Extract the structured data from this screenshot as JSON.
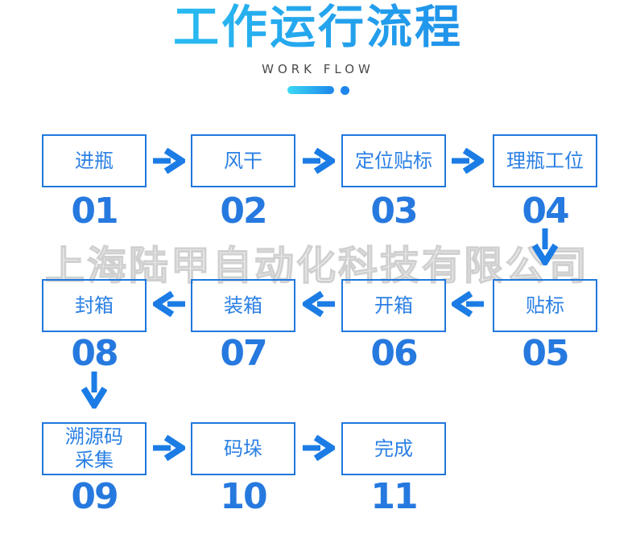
{
  "header": {
    "title": "工作运行流程",
    "subtitle": "WORK FLOW"
  },
  "watermark": "上海陆甲自动化科技有限公司",
  "colors": {
    "title_gradient_start": "#2ed7f6",
    "title_gradient_end": "#1b7ce6",
    "box_border_blue": "#2077de",
    "box_text_blue": "#2b80e4",
    "number_blue": "#2679df",
    "arrow_blue": "#1b7ce5",
    "subtitle_gray": "#4a4a4a",
    "watermark_gray": "#c9c9c9",
    "background": "#ffffff"
  },
  "steps": [
    {
      "label": "进瓶",
      "number": "01"
    },
    {
      "label": "风干",
      "number": "02"
    },
    {
      "label": "定位贴标",
      "number": "03"
    },
    {
      "label": "理瓶工位",
      "number": "04"
    },
    {
      "label": "贴标",
      "number": "05"
    },
    {
      "label": "开箱",
      "number": "06"
    },
    {
      "label": "装箱",
      "number": "07"
    },
    {
      "label": "封箱",
      "number": "08"
    },
    {
      "label": "溯源码\n采集",
      "number": "09"
    },
    {
      "label": "码垛",
      "number": "10"
    },
    {
      "label": "完成",
      "number": "11"
    }
  ]
}
